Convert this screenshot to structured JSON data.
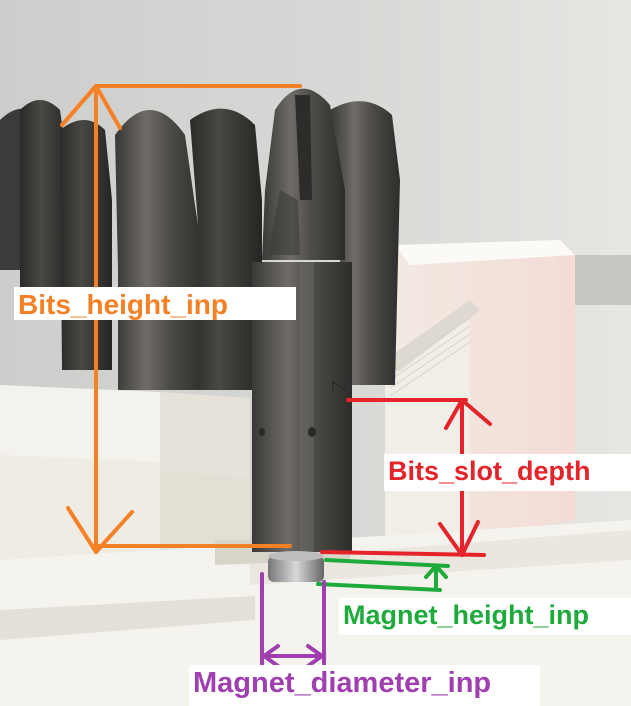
{
  "labels": {
    "bits_height": "Bits_height_inp",
    "bits_slot_depth": "Bits_slot_depth",
    "magnet_height": "Magnet_height_inp",
    "magnet_diameter": "Magnet_diameter_inp"
  },
  "colors": {
    "bits_height": "#f58025",
    "bits_slot_depth": "#e4242a",
    "magnet_height": "#1faa3c",
    "magnet_diameter": "#a040b0",
    "printed_plastic": "#f3f1ea",
    "steel_bit": "#55534f",
    "background": "#d9d9d7"
  }
}
